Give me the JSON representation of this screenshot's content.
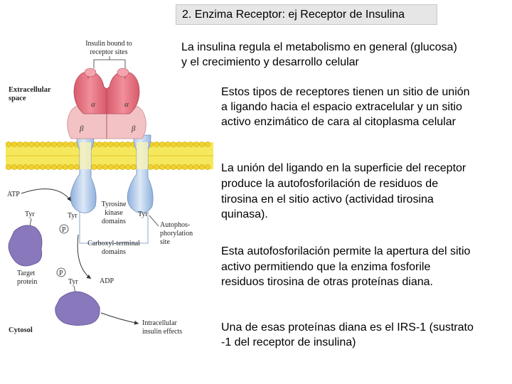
{
  "slide": {
    "title": "2. Enzima Receptor: ej Receptor de Insulina",
    "intro_line1": "La insulina regula el metabolismo en general (glucosa)",
    "intro_line2": "y el crecimiento y desarrollo celular",
    "bullets": [
      {
        "lines": [
          "Estos tipos de receptores tienen un sitio de unión",
          "a ligando hacia el espacio extracelular y un sitio",
          "activo enzimático de cara al citoplasma celular"
        ]
      },
      {
        "lines": [
          "La unión del ligando en la superficie del receptor",
          "produce la autofosforilación de residuos de",
          "tirosina en el sitio activo (actividad tirosina",
          "quinasa)."
        ]
      },
      {
        "lines": [
          "Esta autofosforilación permite la apertura del sitio",
          "activo permitiendo que la enzima fosforile",
          "residuos tirosina de otras proteínas diana."
        ]
      },
      {
        "lines": [
          "Una de esas proteínas diana es el IRS-1 (sustrato",
          "-1 del receptor de insulina)"
        ]
      }
    ]
  },
  "figure": {
    "insulin_bound_1": "Insulin bound to",
    "insulin_bound_2": "receptor sites",
    "extracellular_1": "Extracellular",
    "extracellular_2": "space",
    "alpha": "α",
    "beta": "β",
    "atp": "ATP",
    "tyr": "Tyr",
    "p": "P",
    "tk_1": "Tyrosine",
    "tk_2": "kinase",
    "tk_3": "domains",
    "autophos_1": "Autophos-",
    "autophos_2": "phorylation",
    "autophos_3": "site",
    "ct_1": "Carboxyl-terminal",
    "ct_2": "domains",
    "target_1": "Target",
    "target_2": "protein",
    "adp": "ADP",
    "cytosol": "Cytosol",
    "effects_1": "Intracellular",
    "effects_2": "insulin effects",
    "colors": {
      "alpha": "#e07a86",
      "beta": "#f3c2c4",
      "membrane": "#f5e142",
      "kinase": "#bcd4ef",
      "target": "#8a78bd"
    }
  }
}
